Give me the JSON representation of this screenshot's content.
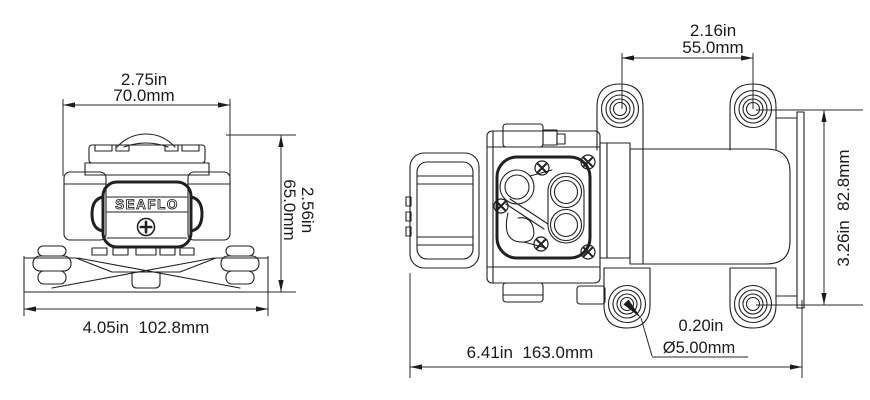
{
  "front_view": {
    "brand": "SEAFLO",
    "width_in": "2.75in",
    "width_mm": "70.0mm",
    "height_in": "2.56in",
    "height_mm": "65.0mm",
    "base_width": "4.05in  102.8mm"
  },
  "top_view": {
    "hole_spacing_in": "2.16in",
    "hole_spacing_mm": "55.0mm",
    "height": "3.26in  82.8mm",
    "length": "6.41in  163.0mm",
    "hole_dia_in": "0.20in",
    "hole_dia_mm": "Ø5.00mm"
  },
  "colors": {
    "line": "#202020",
    "text": "#1b1b1b",
    "background": "#ffffff"
  }
}
